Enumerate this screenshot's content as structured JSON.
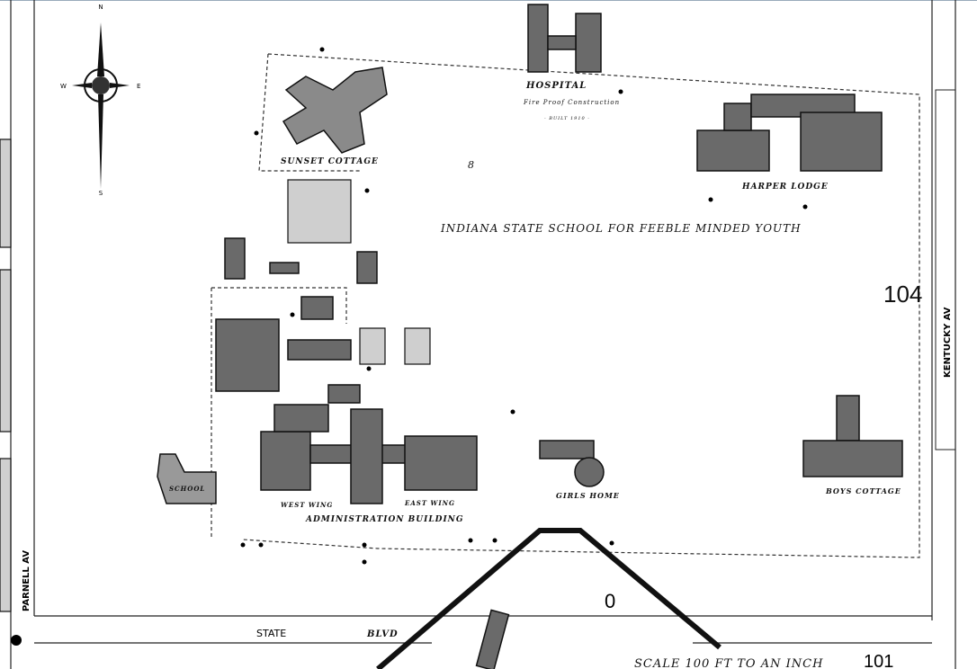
{
  "map": {
    "title": "INDIANA STATE SCHOOL FOR FEEBLE MINDED YOUTH",
    "block_number": "8",
    "sheet_number": "104",
    "adjacent_sheet": "101",
    "triangle_block": "0",
    "scale": "SCALE 100 FT TO AN INCH",
    "streets": {
      "east": "KENTUCKY AV",
      "west": "PARNELL AV",
      "south_1": "STATE",
      "south_2": "BLVD"
    },
    "buildings": {
      "hospital": "HOSPITAL",
      "hospital_note": "Fire Proof Construction",
      "hospital_built": "- BUILT 1910 -",
      "sunset": "SUNSET COTTAGE",
      "harper": "HARPER LODGE",
      "school": "SCHOOL",
      "west_wing": "WEST WING",
      "east_wing": "EAST WING",
      "admin": "ADMINISTRATION BUILDING",
      "girls": "GIRLS HOME",
      "boys": "BOYS COTTAGE"
    },
    "compass": {
      "n": "N",
      "s": "S",
      "e": "E",
      "w": "W"
    }
  }
}
